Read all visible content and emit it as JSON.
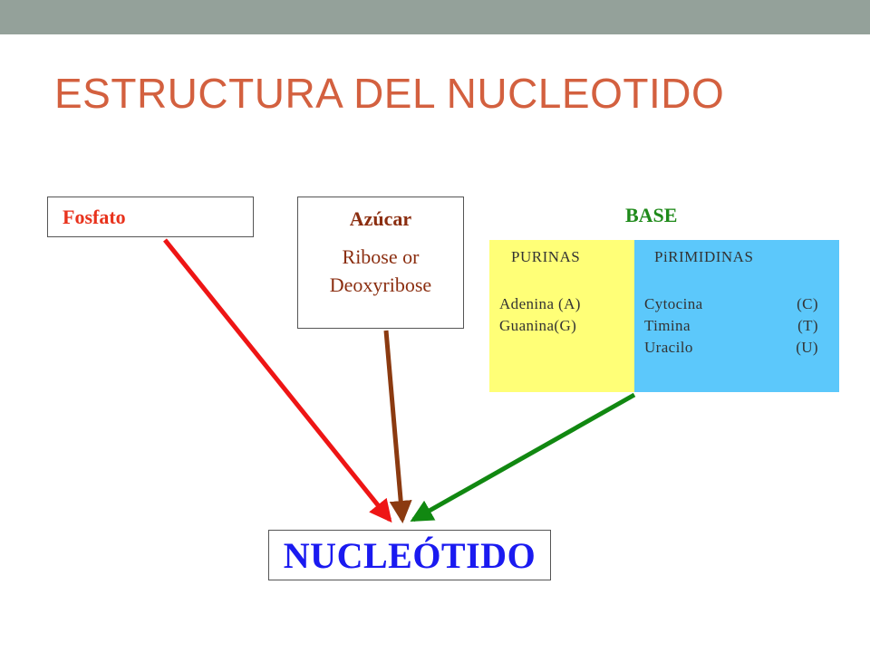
{
  "title": "ESTRUCTURA DEL NUCLEOTIDO",
  "fosfato": {
    "label": "Fosfato"
  },
  "azucar": {
    "label": "Azúcar",
    "line1": "Ribose or",
    "line2": "Deoxyribose"
  },
  "base": {
    "title": "BASE",
    "purinas": {
      "header": "PURINAS",
      "items": [
        "Adenina (A)",
        "Guanina(G)"
      ]
    },
    "pirimidinas": {
      "header": "PiRIMIDINAS",
      "items": [
        {
          "name": "Cytocina",
          "symbol": "(C)"
        },
        {
          "name": "Timina",
          "symbol": "(T)"
        },
        {
          "name": "Uracilo",
          "symbol": "(U)"
        }
      ]
    }
  },
  "result": {
    "label": "NUCLEÓTIDO"
  },
  "colors": {
    "title": "#d3603f",
    "fosfato": "#e8321c",
    "azucar": "#8b2e10",
    "base": "#1f8a1a",
    "purinas_bg": "#ffff77",
    "pirimidinas_bg": "#5cc8fb",
    "nucleotido": "#1a1af0",
    "arrow_fosfato": "#ee1515",
    "arrow_azucar": "#8b3a10",
    "arrow_base": "#118811"
  }
}
